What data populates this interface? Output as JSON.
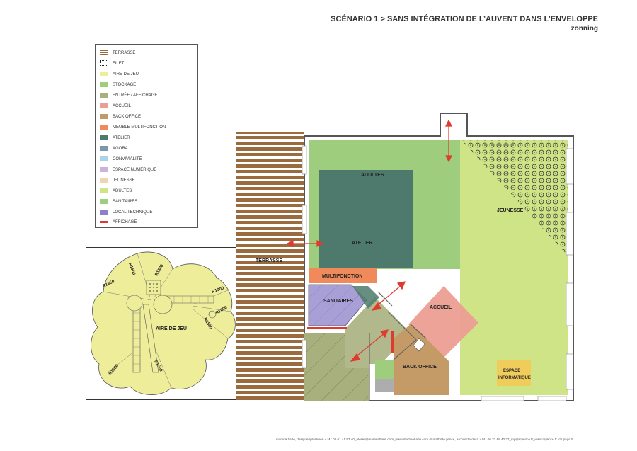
{
  "header": {
    "title": "SCÉNARIO 1 > SANS INTÉGRATION DE L’AUVENT DANS L’ENVELOPPE",
    "subtitle": "zonning"
  },
  "legend": {
    "items": [
      {
        "label": "TERRASSE",
        "color": "#9a6b3f"
      },
      {
        "label": "FILET",
        "color": "#222222"
      },
      {
        "label": "AIRE DE JEU",
        "color": "#eeed9a"
      },
      {
        "label": "STOCKAGE",
        "color": "#9fcd7e"
      },
      {
        "label": "ENTRÉE / AFFICHAGE",
        "color": "#a8b07e"
      },
      {
        "label": "ACCUEIL",
        "color": "#ed9e93"
      },
      {
        "label": "BACK OFFICE",
        "color": "#c49a66"
      },
      {
        "label": "MEUBLE MULTIFONCTION",
        "color": "#f08a5a"
      },
      {
        "label": "ATELIER",
        "color": "#4d7a6c"
      },
      {
        "label": "AGORA",
        "color": "#7c96ad"
      },
      {
        "label": "CONVIVIALITÉ",
        "color": "#a9d3e6"
      },
      {
        "label": "ESPACE NUMÉRIQUE",
        "color": "#cbb3d8"
      },
      {
        "label": "JEUNESSE",
        "color": "#f4d2b4"
      },
      {
        "label": "ADULTES",
        "color": "#cfe487"
      },
      {
        "label": "SANITAIRES",
        "color": "#9fce82"
      },
      {
        "label": "LOCAL TECHNIQUE",
        "color": "#8e80c4"
      },
      {
        "label": "AFFICHAGE",
        "color": "#8a8a8a"
      }
    ],
    "affichage_color": "#e03a2f"
  },
  "play_area": {
    "label": "AIRE DE JEU",
    "dims": [
      "R1500",
      "R1500",
      "R1850",
      "R1000",
      "R1000",
      "R1500",
      "R1500",
      "R1500"
    ]
  },
  "plan": {
    "labels": {
      "terrasse": "TERRASSE",
      "adultes": "ADULTES",
      "atelier": "ATELIER",
      "jeunesse": "JEUNESSE",
      "multifonction": "MULTIFONCTION",
      "sanitaires": "SANITAIRES",
      "accueil": "ACCUEIL",
      "back_office": "BACK OFFICE",
      "espace_1": "ESPACE",
      "espace_2": "INFORMATIQUE"
    }
  },
  "footer": {
    "text": "martine harlé, designer/plasticien » M : 06 61 41 57 40_atelier@martineharle.com_www.martineharle.com /// mathilde yence, architecte desa » M : 06 22 68 40 37_my@myence.fr_www.myence.fr ///// page 5"
  }
}
